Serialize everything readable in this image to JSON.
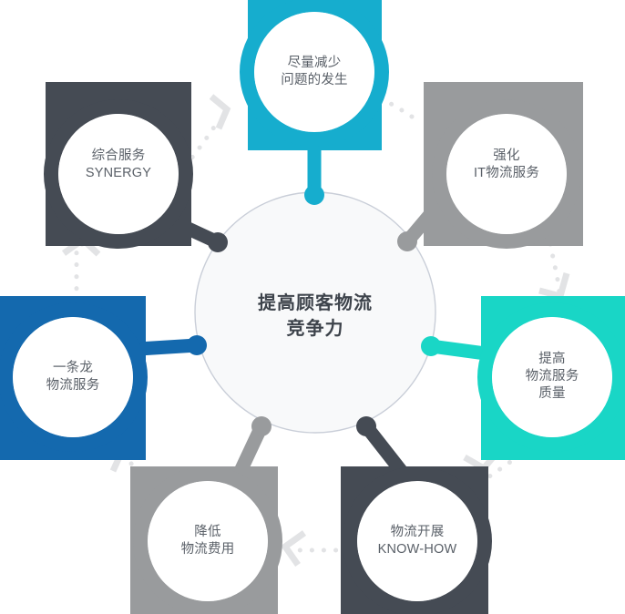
{
  "diagram": {
    "title_center": {
      "line1": "提高顾客物流",
      "line2": "竞争力"
    },
    "colors": {
      "cyan": "#16adce",
      "turquoise": "#19d6c6",
      "blue": "#1469ae",
      "slate": "#454b54",
      "gray": "#999b9d",
      "hub_fill": "#f8f9fa",
      "hub_stroke": "#c9ced8",
      "arrow": "#e2e3e5",
      "text": "#5a6068",
      "center_text": "#3d434b"
    },
    "nodes": [
      {
        "id": "minimize-problems",
        "position": "top",
        "color": "#16adce",
        "lines": [
          "尽量减少",
          "问题的发生"
        ]
      },
      {
        "id": "strengthen-it-logistics",
        "position": "top-right",
        "color": "#999b9d",
        "lines": [
          "强化",
          "IT物流服务"
        ]
      },
      {
        "id": "improve-service-quality",
        "position": "right",
        "color": "#19d6c6",
        "lines": [
          "提高",
          "物流服务",
          "质量"
        ]
      },
      {
        "id": "logistics-knowhow",
        "position": "bottom-right",
        "color": "#454b54",
        "lines": [
          "物流开展",
          "KNOW-HOW"
        ]
      },
      {
        "id": "reduce-logistics-cost",
        "position": "bottom-left",
        "color": "#999b9d",
        "lines": [
          "降低",
          "物流费用"
        ]
      },
      {
        "id": "one-stop-logistics",
        "position": "left",
        "color": "#1469ae",
        "lines": [
          "一条龙",
          "物流服务"
        ]
      },
      {
        "id": "integrated-service-synergy",
        "position": "top-left",
        "color": "#454b54",
        "lines": [
          "综合服务",
          "SYNERGY"
        ]
      }
    ],
    "connector_arrows": [
      {
        "id": "arrow-top-left-to-top",
        "from": "integrated-service-synergy",
        "to": "minimize-problems"
      },
      {
        "id": "arrow-top-to-top-right",
        "from": "minimize-problems",
        "to": "strengthen-it-logistics"
      },
      {
        "id": "arrow-top-right-to-right",
        "from": "strengthen-it-logistics",
        "to": "improve-service-quality"
      },
      {
        "id": "arrow-right-to-bottom-right",
        "from": "improve-service-quality",
        "to": "logistics-knowhow"
      },
      {
        "id": "arrow-bottom-right-to-bottom-left",
        "from": "logistics-knowhow",
        "to": "reduce-logistics-cost"
      },
      {
        "id": "arrow-bottom-left-to-left",
        "from": "reduce-logistics-cost",
        "to": "one-stop-logistics"
      },
      {
        "id": "arrow-left-to-top-left",
        "from": "one-stop-logistics",
        "to": "integrated-service-synergy"
      }
    ]
  }
}
